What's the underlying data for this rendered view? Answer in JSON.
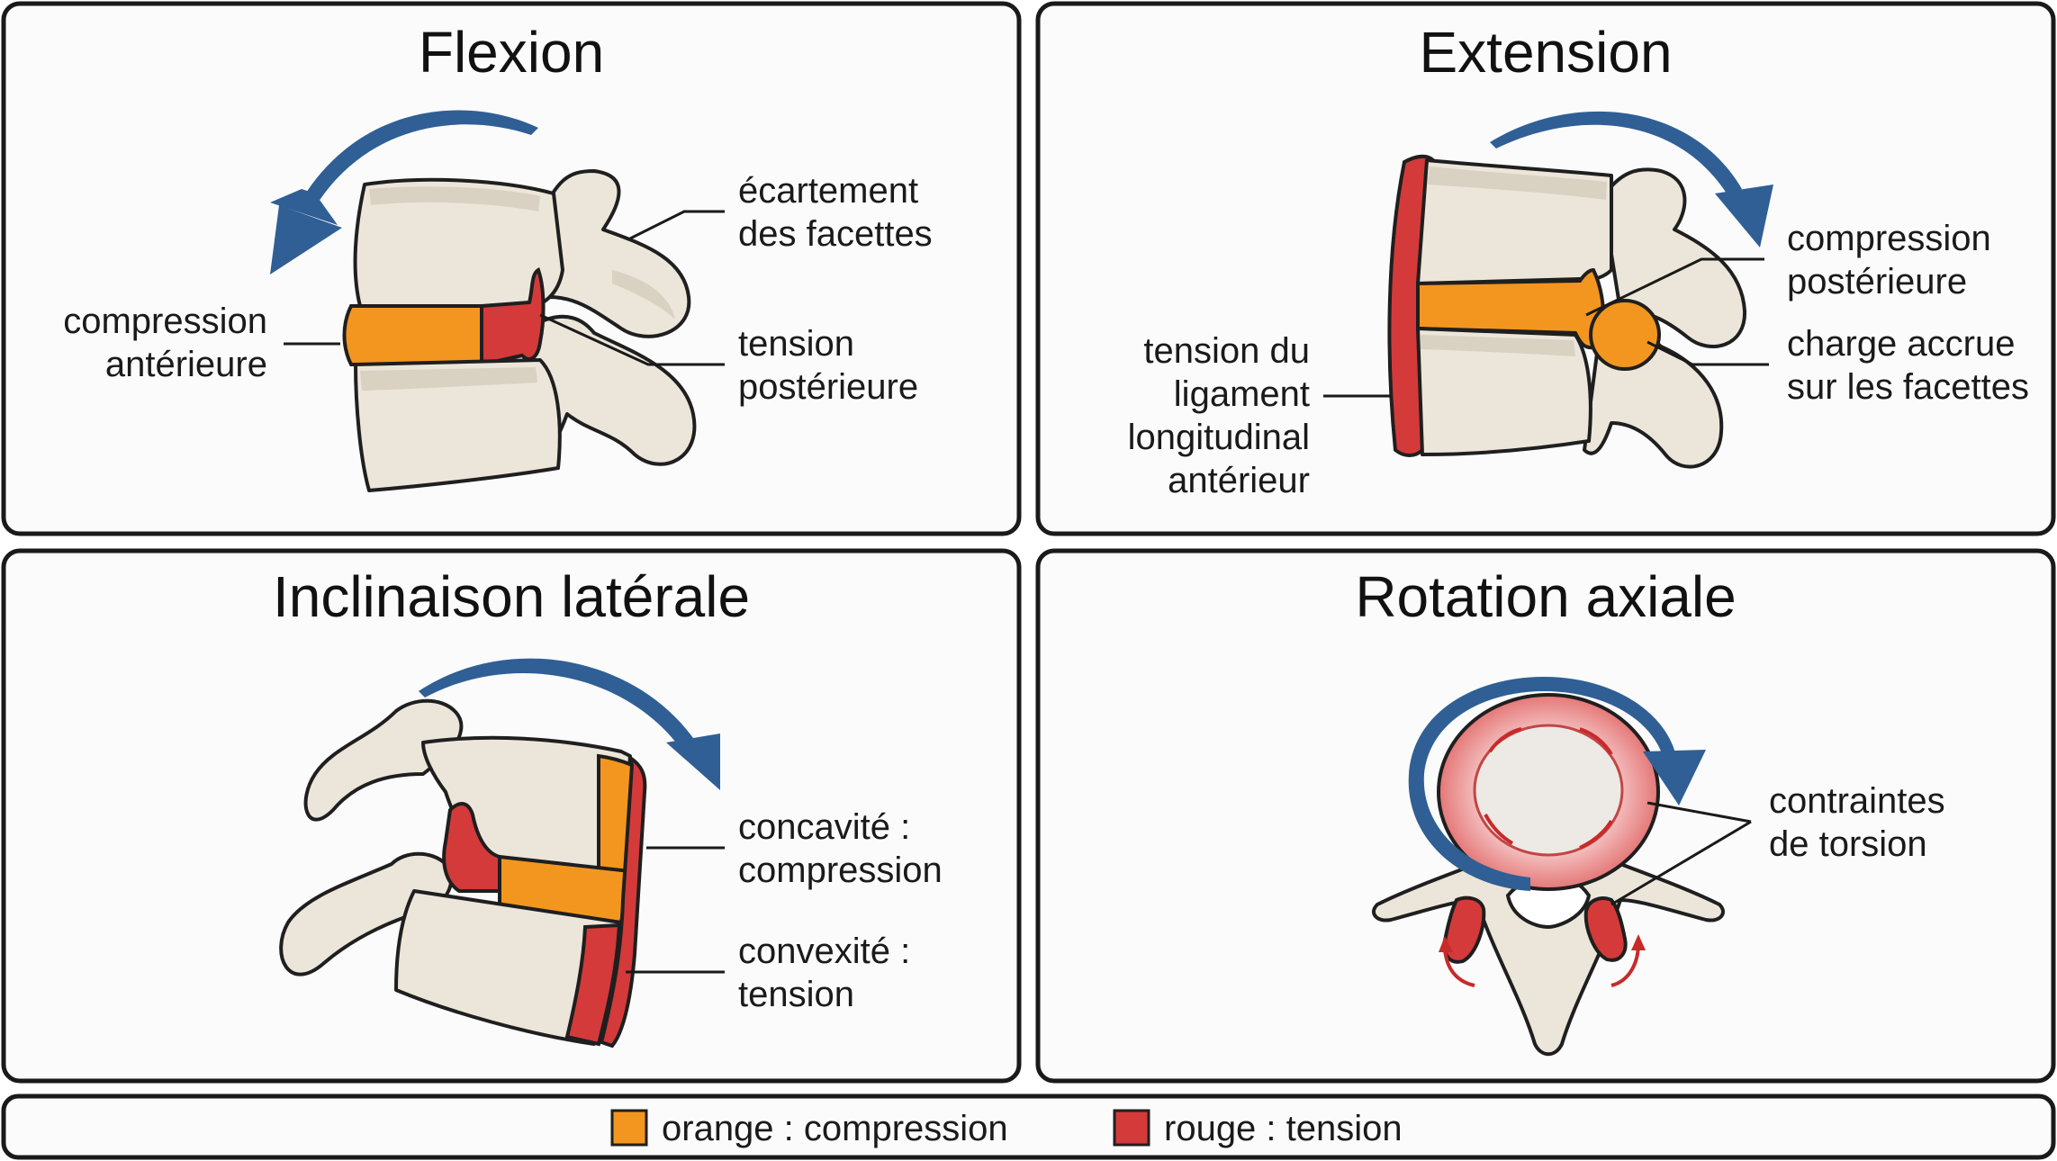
{
  "panels": {
    "flexion": {
      "title": "Flexion",
      "labels": {
        "facet_gap_1": "écartement",
        "facet_gap_2": "des facettes",
        "ant_comp_1": "compression",
        "ant_comp_2": "antérieure",
        "post_tension_1": "tension",
        "post_tension_2": "postérieure"
      }
    },
    "extension": {
      "title": "Extension",
      "labels": {
        "post_comp_1": "compression",
        "post_comp_2": "postérieure",
        "facet_load_1": "charge accrue",
        "facet_load_2": "sur les facettes",
        "lig_1": "tension du",
        "lig_2": "ligament",
        "lig_3": "longitudinal",
        "lig_4": "antérieur"
      }
    },
    "lateral": {
      "title": "Inclinaison latérale",
      "labels": {
        "concave_1": "concavité :",
        "concave_2": "compression",
        "convex_1": "convexité :",
        "convex_2": "tension"
      }
    },
    "rotation": {
      "title": "Rotation axiale",
      "labels": {
        "torsion_1": "contraintes",
        "torsion_2": "de torsion"
      }
    }
  },
  "legend": {
    "orange_label": "orange : compression",
    "red_label": "rouge : tension"
  },
  "colors": {
    "compression": "#f3961f",
    "tension": "#d43a3a",
    "motion_arrow": "#2f5f95",
    "bone": "#ece6da"
  }
}
